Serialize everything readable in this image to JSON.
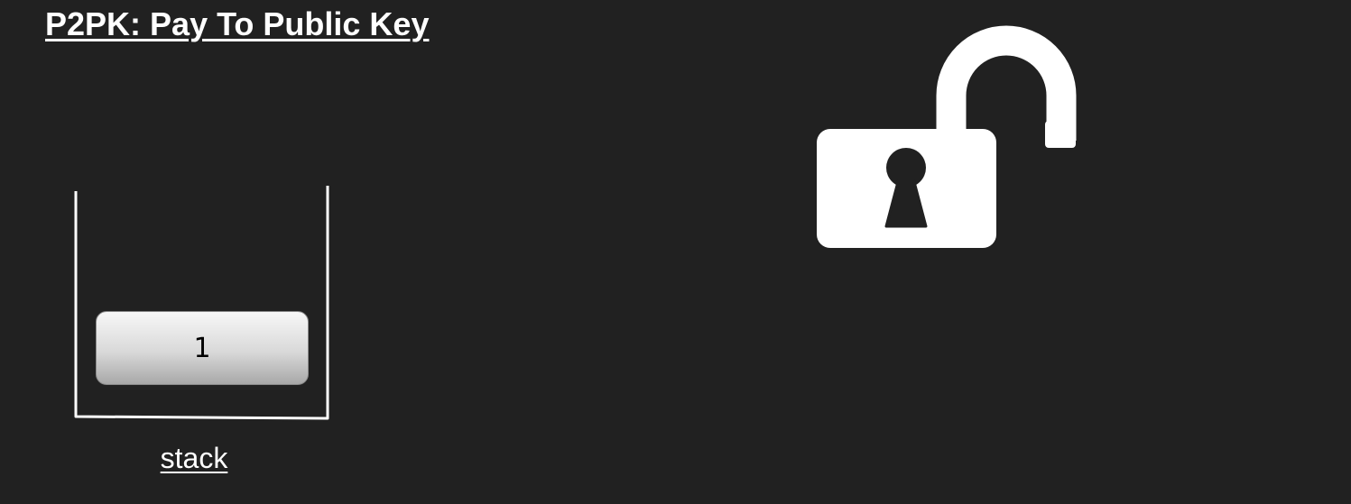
{
  "title": "P2PK: Pay To Public Key",
  "stack": {
    "label": "stack",
    "items": [
      "1"
    ]
  },
  "lock": {
    "icon": "unlocked-padlock-icon",
    "state": "unlocked"
  },
  "colors": {
    "background": "#212121",
    "foreground": "#ffffff"
  }
}
